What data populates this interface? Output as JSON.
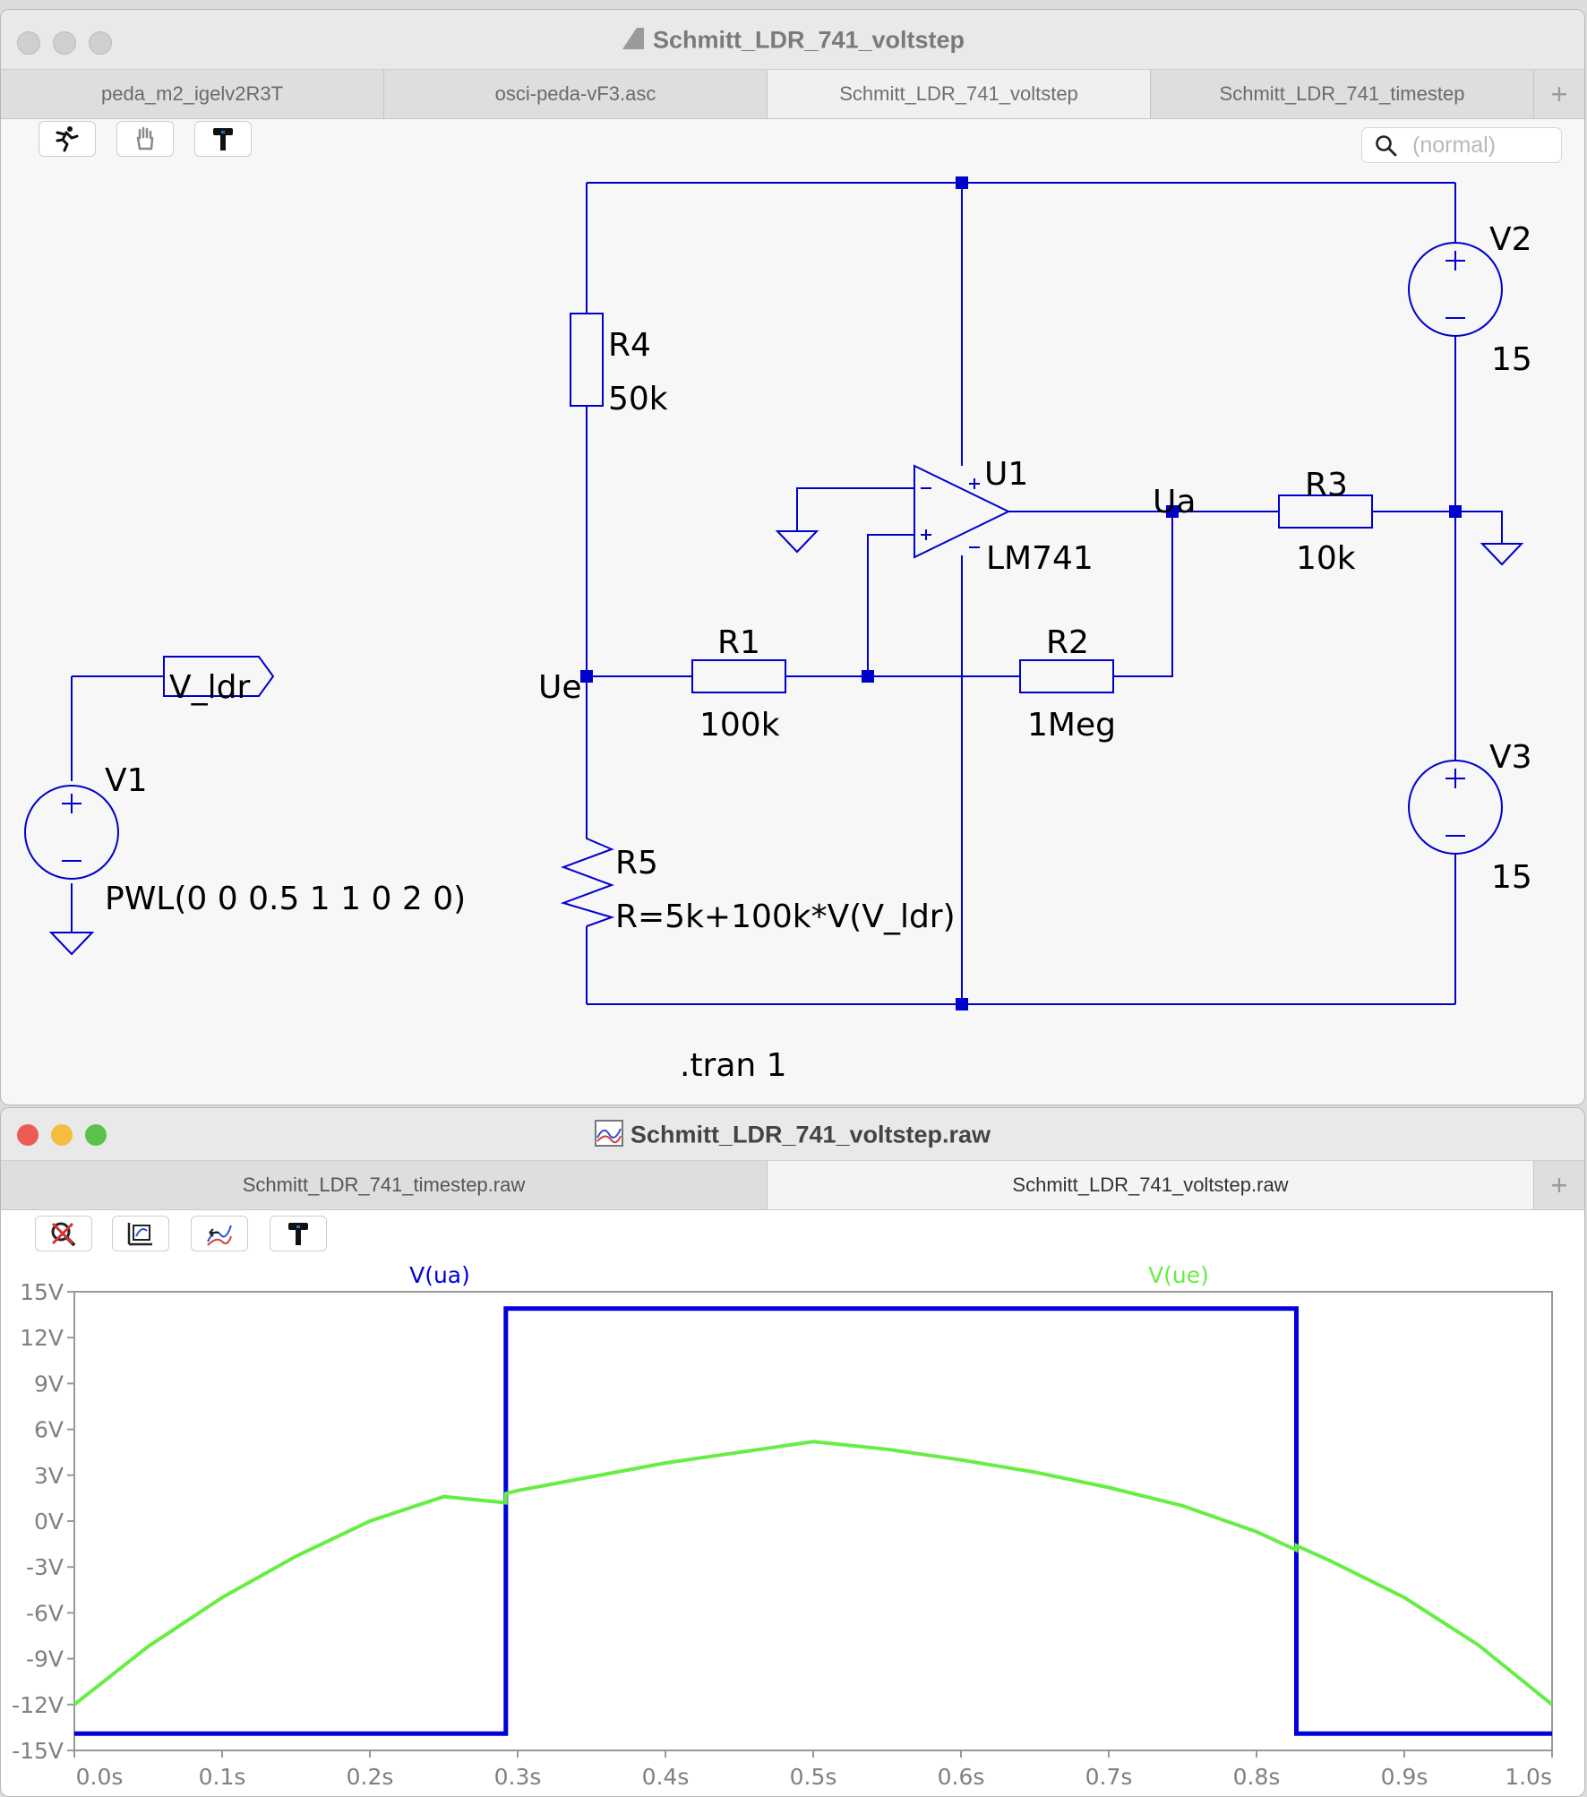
{
  "schematic_window": {
    "title": "Schmitt_LDR_741_voltstep",
    "tabs": [
      {
        "label": "peda_m2_igelv2R3T"
      },
      {
        "label": "osci-peda-vF3.asc"
      },
      {
        "label": "Schmitt_LDR_741_voltstep",
        "active": true
      },
      {
        "label": "Schmitt_LDR_741_timestep"
      }
    ],
    "new_tab_label": "+",
    "toolbar": [
      "run-icon",
      "hand-icon",
      "hammer-icon"
    ],
    "search": {
      "placeholder": "(normal)"
    },
    "schematic": {
      "R4": {
        "name": "R4",
        "value": "50k"
      },
      "R1": {
        "name": "R1",
        "value": "100k"
      },
      "R2": {
        "name": "R2",
        "value": "1Meg"
      },
      "R3": {
        "name": "R3",
        "value": "10k"
      },
      "R5": {
        "name": "R5",
        "value": "R=5k+100k*V(V_ldr)"
      },
      "U1": {
        "name": "U1",
        "value": "LM741"
      },
      "V1": {
        "name": "V1",
        "value": "PWL(0 0 0.5 1 1 0 2 0)"
      },
      "V2": {
        "name": "V2",
        "value": "15"
      },
      "V3": {
        "name": "V3",
        "value": "15"
      },
      "net_ue": "Ue",
      "net_ua": "Ua",
      "label_vldr": "V_ldr",
      "directive": ".tran 1"
    }
  },
  "waveform_window": {
    "title": "Schmitt_LDR_741_voltstep.raw",
    "tabs": [
      {
        "label": "Schmitt_LDR_741_timestep.raw"
      },
      {
        "label": "Schmitt_LDR_741_voltstep.raw",
        "active": true
      }
    ],
    "new_tab_label": "+",
    "toolbar": [
      "zoom-cancel-icon",
      "autorange-icon",
      "pan-icon",
      "hammer-icon"
    ]
  },
  "chart_data": {
    "type": "line",
    "x_ticks": [
      "0.0s",
      "0.1s",
      "0.2s",
      "0.3s",
      "0.4s",
      "0.5s",
      "0.6s",
      "0.7s",
      "0.8s",
      "0.9s",
      "1.0s"
    ],
    "y_ticks": [
      "15V",
      "12V",
      "9V",
      "6V",
      "3V",
      "0V",
      "-3V",
      "-6V",
      "-9V",
      "-12V",
      "-15V"
    ],
    "xlim": [
      0,
      1
    ],
    "ylim": [
      -15,
      15
    ],
    "grid": false,
    "series": [
      {
        "name": "V(ua)",
        "color": "#0000dd",
        "x": [
          0,
          0.292,
          0.292,
          0.827,
          0.827,
          1.0
        ],
        "y": [
          -13.9,
          -13.9,
          13.9,
          13.9,
          -13.9,
          -13.9
        ]
      },
      {
        "name": "V(ue)",
        "color": "#66ee44",
        "x": [
          0,
          0.05,
          0.1,
          0.15,
          0.2,
          0.25,
          0.292,
          0.292,
          0.3,
          0.35,
          0.4,
          0.45,
          0.5,
          0.55,
          0.6,
          0.65,
          0.7,
          0.75,
          0.8,
          0.827,
          0.827,
          0.85,
          0.9,
          0.95,
          1.0
        ],
        "y": [
          -12.0,
          -8.2,
          -5.0,
          -2.3,
          0.0,
          1.6,
          1.2,
          1.8,
          2.0,
          2.9,
          3.8,
          4.5,
          5.2,
          4.7,
          4.0,
          3.2,
          2.2,
          1.0,
          -0.7,
          -1.9,
          -1.6,
          -2.6,
          -5.0,
          -8.1,
          -12.0
        ]
      }
    ]
  }
}
